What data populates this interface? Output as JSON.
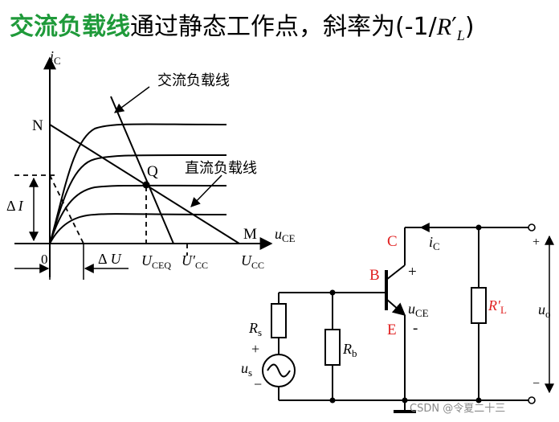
{
  "title": {
    "highlight": "交流负载线",
    "rest": "通过静态工作点，斜率为(-1/",
    "r": "R",
    "rsub": "L",
    "close": ")"
  },
  "graph": {
    "y_axis": "i",
    "y_axis_sub": "C",
    "x_axis": "u",
    "x_axis_sub": "CE",
    "point_n": "N",
    "point_q": "Q",
    "point_m": "M",
    "origin": "0",
    "label_ac_line": "交流负载线",
    "label_dc_line": "直流负载线",
    "delta_i": "Δ",
    "delta_i_var": "I",
    "delta_u": "Δ",
    "delta_u_var": "U",
    "tick_uceq": "U",
    "tick_uceq_sub": "CEQ",
    "tick_ucc_prime": "U′",
    "tick_ucc_prime_sub": "CC",
    "tick_ucc": "U",
    "tick_ucc_sub": "CC"
  },
  "circuit": {
    "label_c": "C",
    "label_b": "B",
    "label_e": "E",
    "ic": "i",
    "ic_sub": "C",
    "uce": "u",
    "uce_sub": "CE",
    "plus_ce": "+",
    "minus_ce": "-",
    "rs": "R",
    "rs_sub": "s",
    "rb": "R",
    "rb_sub": "b",
    "rl": "R′",
    "rl_sub": "L",
    "us_plus": "+",
    "us": "u",
    "us_sub": "s",
    "us_minus": "−",
    "uo": "u",
    "uo_sub": "o",
    "uo_plus": "+",
    "uo_minus": "−"
  },
  "watermark": "CSDN @令夏二十三",
  "colors": {
    "highlight": "#1f9a3a",
    "terminal_label": "#e02020"
  }
}
